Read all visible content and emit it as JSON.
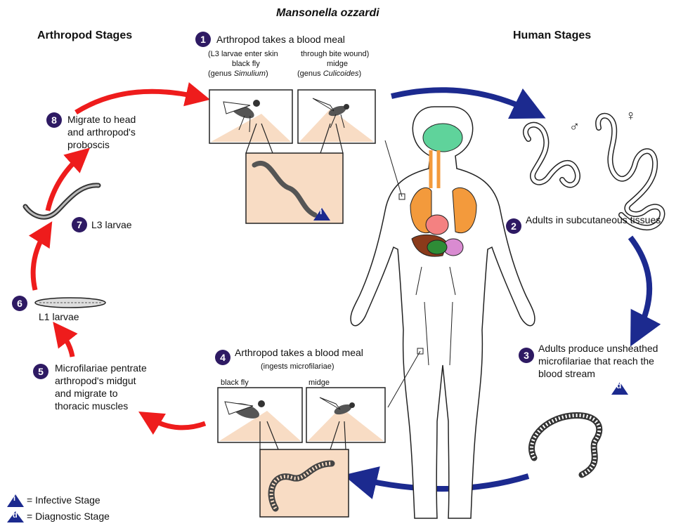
{
  "title": "Mansonella ozzardi",
  "headers": {
    "arthropod": "Arthropod Stages",
    "human": "Human Stages"
  },
  "stages": [
    {
      "num": "1",
      "lines": [
        "Arthropod takes a blood meal"
      ]
    },
    {
      "num": "2",
      "lines": [
        "Adults in subcutaneous tissues"
      ]
    },
    {
      "num": "3",
      "lines": [
        "Adults produce unsheathed",
        "microfilariae that reach the",
        "blood stream"
      ]
    },
    {
      "num": "4",
      "lines": [
        "Arthropod takes a blood meal"
      ]
    },
    {
      "num": "5",
      "lines": [
        "Microfilariae pentrate",
        "arthropod's midgut",
        "and migrate to",
        "thoracic muscles"
      ]
    },
    {
      "num": "6",
      "lines": [
        "L1 larvae"
      ]
    },
    {
      "num": "7",
      "lines": [
        "L3 larvae"
      ]
    },
    {
      "num": "8",
      "lines": [
        "Migrate to head",
        "and arthropod's",
        "proboscis"
      ]
    }
  ],
  "stage1_details": {
    "note_left": "(L3 larvae enter skin",
    "note_right": "through bite wound)",
    "fly_name": "black fly",
    "fly_genus_prefix": "(genus ",
    "fly_genus": "Simulium",
    "fly_genus_suffix": ")",
    "midge_name": "midge",
    "midge_genus_prefix": "(genus ",
    "midge_genus": "Culicoides",
    "midge_genus_suffix": ")"
  },
  "stage4_details": {
    "note": "(ingests microfilariae)",
    "fly_name": "black fly",
    "midge_name": "midge"
  },
  "symbols": {
    "male": "♂",
    "female": "♀",
    "infective_badge": "i",
    "diagnostic_badge": "d"
  },
  "legend": {
    "infective_symbol": "i",
    "infective_text": "= Infective Stage",
    "diagnostic_symbol": "d",
    "diagnostic_text": "= Diagnostic Stage"
  },
  "colors": {
    "human_arrow": "#1c2a8f",
    "arthropod_arrow": "#ee1c1c",
    "badge": "#1c2a8f",
    "number_circle": "#2e1a63",
    "box_fill": "#f8dcc4",
    "brain": "#5fd39b",
    "lungs": "#f39a3c",
    "liver": "#8a3a1a",
    "stomach": "#d98bd1"
  }
}
